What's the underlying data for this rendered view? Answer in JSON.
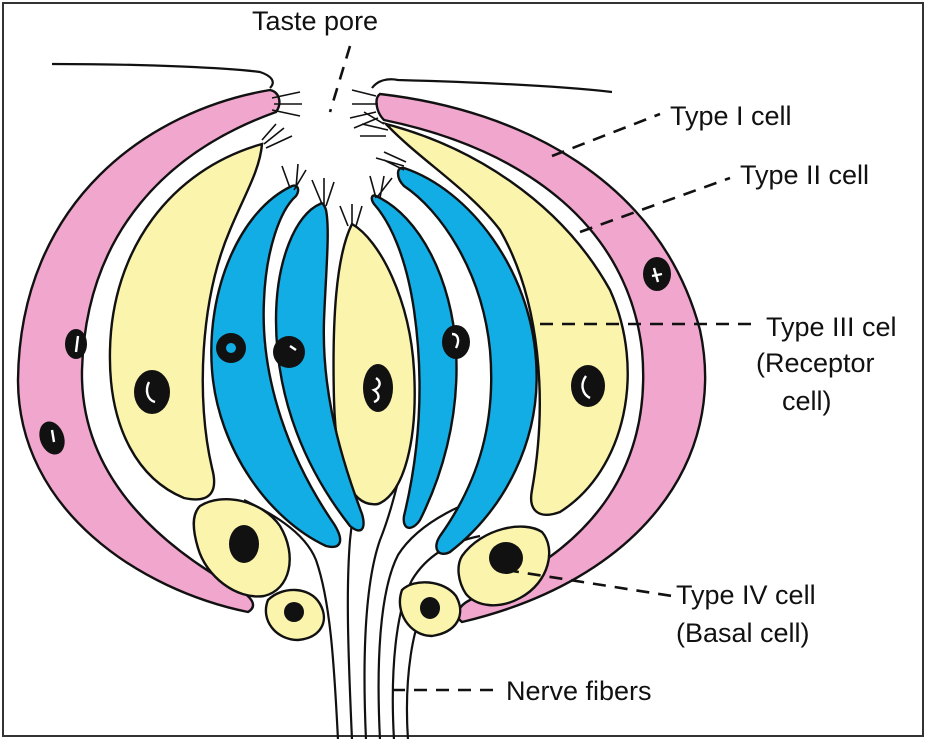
{
  "diagram": {
    "labels": {
      "taste_pore": "Taste pore",
      "type1": "Type I cell",
      "type2": "Type II cell",
      "type3_line1": "Type III cel",
      "type3_line2": "(Receptor",
      "type3_line3": "cell)",
      "type4_line1": "Type IV cell",
      "type4_line2": "(Basal cell)",
      "nerve": "Nerve fibers"
    },
    "colors": {
      "type1_pink": "#f1a7cd",
      "type2_yellow": "#fbf4ad",
      "type3_blue": "#12ade4",
      "nucleus": "#111111",
      "outline": "#111111",
      "background": "#ffffff"
    }
  }
}
